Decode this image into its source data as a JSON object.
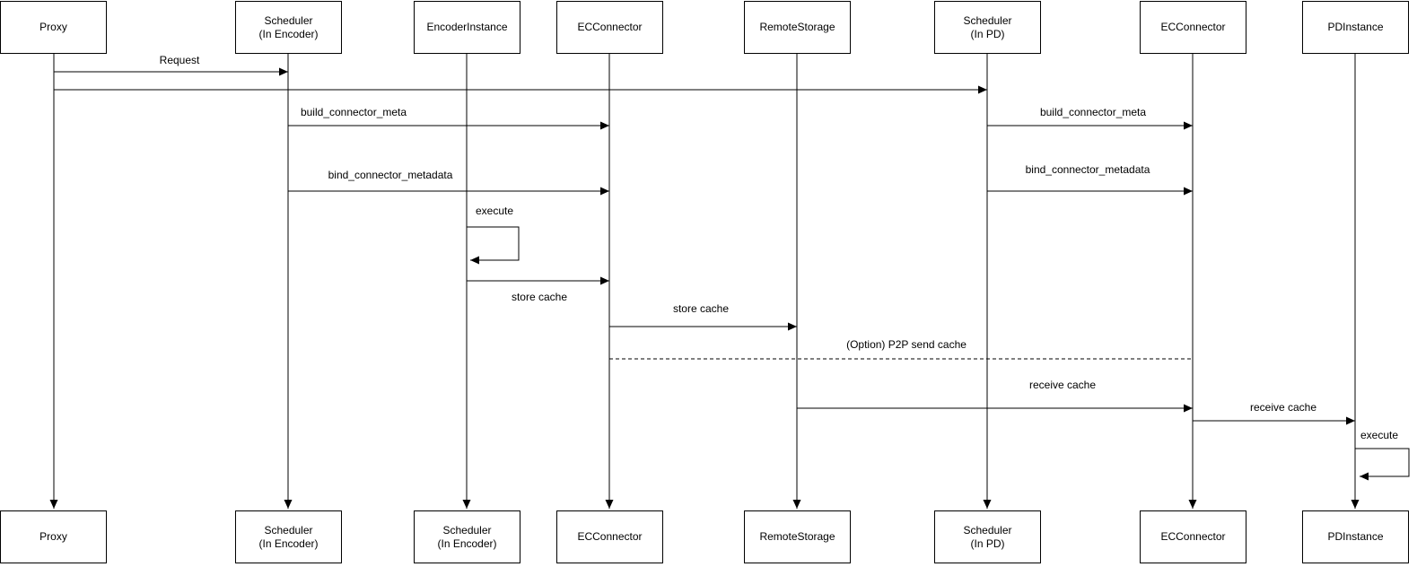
{
  "diagram_type": "sequence-diagram",
  "colors": {
    "line": "#000000",
    "text": "#000000",
    "box_fill": "#ffffff",
    "box_border": "#000000",
    "background": "#ffffff"
  },
  "actors_top": [
    {
      "label": "Proxy"
    },
    {
      "label": "Scheduler\n(In Encoder)"
    },
    {
      "label": "EncoderInstance"
    },
    {
      "label": "ECConnector"
    },
    {
      "label": "RemoteStorage"
    },
    {
      "label": "Scheduler\n(In PD)"
    },
    {
      "label": "ECConnector"
    },
    {
      "label": "PDInstance"
    }
  ],
  "actors_bottom": [
    {
      "label": "Proxy"
    },
    {
      "label": "Scheduler\n(In Encoder)"
    },
    {
      "label": "Scheduler\n(In Encoder)"
    },
    {
      "label": "ECConnector"
    },
    {
      "label": "RemoteStorage"
    },
    {
      "label": "Scheduler\n(In PD)"
    },
    {
      "label": "ECConnector"
    },
    {
      "label": "PDInstance"
    }
  ],
  "messages": {
    "request": "Request",
    "build_meta_encoder": "build_connector_meta",
    "build_meta_pd": "build_connector_meta",
    "bind_metadata_encoder": "bind_connector_metadata",
    "bind_metadata_pd": "bind_connector_metadata",
    "execute_encoder": "execute",
    "store_cache_ec": "store cache",
    "store_cache_remote": "store cache",
    "p2p_send_cache": "(Option) P2P send cache",
    "receive_cache_ec": "receive cache",
    "receive_cache_pd": "receive cache",
    "execute_pd": "execute"
  }
}
